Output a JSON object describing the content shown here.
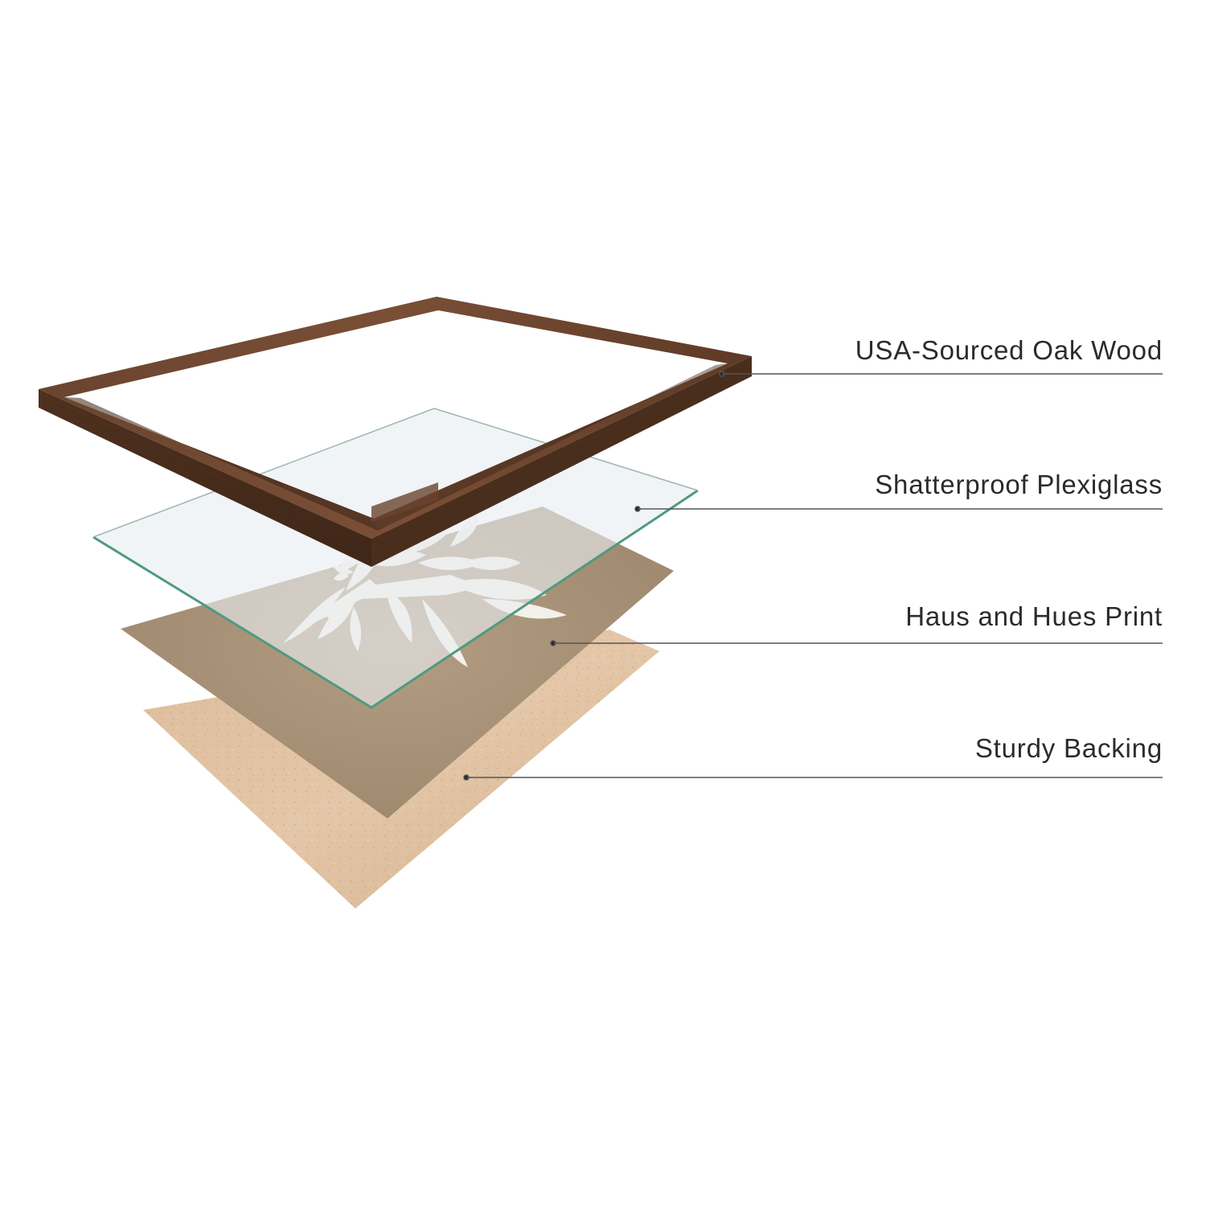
{
  "labels": {
    "frame": "USA-Sourced Oak Wood",
    "glass": "Shatterproof Plexiglass",
    "print": "Haus and Hues Print",
    "backing": "Sturdy Backing"
  },
  "colors": {
    "frame_wood": "#5e3b24",
    "glass_tint": "#e8eef0",
    "glass_edge": "#4f9a7f",
    "print_paper": "#a89278",
    "print_art": "#ffffff",
    "backing_board": "#d8b896",
    "leader_line": "#555555"
  }
}
